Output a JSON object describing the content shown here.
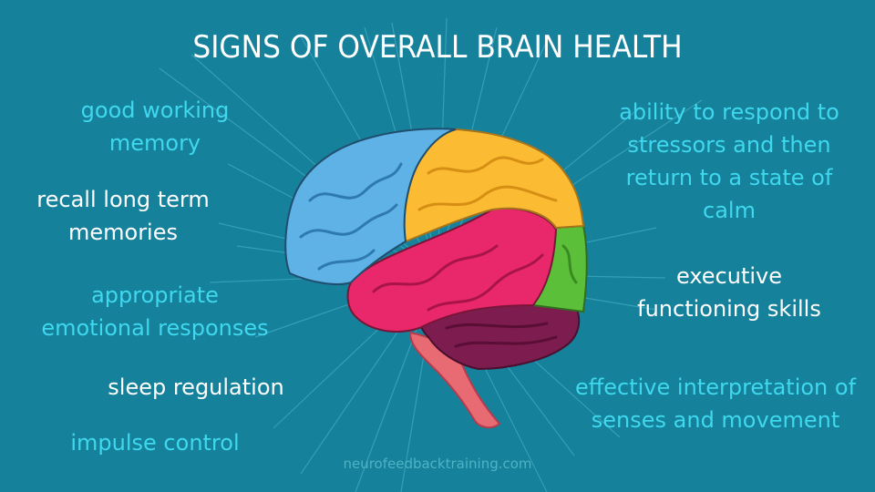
{
  "title": "SIGNS OF OVERALL BRAIN HEALTH",
  "left_labels": [
    {
      "text": "good working\nmemory",
      "color": "cyan"
    },
    {
      "text": "recall long term\nmemories",
      "color": "white"
    },
    {
      "text": "appropriate\nemotional responses",
      "color": "cyan"
    },
    {
      "text": "sleep regulation",
      "color": "white"
    },
    {
      "text": "impulse control",
      "color": "cyan"
    }
  ],
  "right_labels": [
    {
      "text": "ability to respond to\nstressors and then\nreturn to a state of\ncalm",
      "color": "cyan"
    },
    {
      "text": "executive\nfunctioning skills",
      "color": "white"
    },
    {
      "text": "effective interpretation of\nsenses and movement",
      "color": "cyan"
    }
  ],
  "footer": "neurofeedbacktraining.com",
  "colors": {
    "background": "#15819b",
    "accent_cyan": "#3fd8ee",
    "frontal_lobe": "#5fb2e6",
    "parietal_lobe": "#fbbb33",
    "temporal_lobe": "#e8286a",
    "occipital_lobe": "#5cbf3a",
    "cerebellum": "#7d1c4e",
    "brainstem": "#e86a72"
  }
}
